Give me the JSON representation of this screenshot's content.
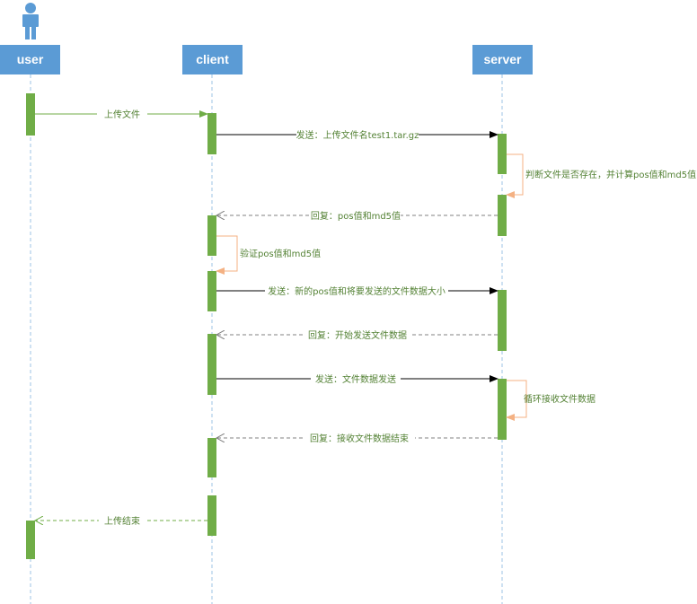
{
  "actors": [
    {
      "id": "user",
      "label": "user"
    },
    {
      "id": "client",
      "label": "client"
    },
    {
      "id": "server",
      "label": "server"
    }
  ],
  "messages": [
    {
      "label": "上传文件"
    },
    {
      "label": "发送：上传文件名test1.tar.gz"
    },
    {
      "label": "判断文件是否存在，并计算pos值和md5值"
    },
    {
      "label": "回复：pos值和md5值"
    },
    {
      "label": "验证pos值和md5值"
    },
    {
      "label": "发送：新的pos值和将要发送的文件数据大小"
    },
    {
      "label": "回复：开始发送文件数据"
    },
    {
      "label": "发送：文件数据发送"
    },
    {
      "label": "循环接收文件数据"
    },
    {
      "label": "回复：接收文件数据结束"
    },
    {
      "label": "上传结束"
    }
  ],
  "colors": {
    "actor_box": "#5b9bd5",
    "lifeline": "#9dc3e6",
    "activation": "#70ad47",
    "label_text": "#548235",
    "arrow_solid": "#000000",
    "arrow_dashed": "#808080",
    "arrow_user": "#70ad47",
    "self_arrow": "#f4b183"
  },
  "icons": {
    "actor": "person-icon"
  }
}
